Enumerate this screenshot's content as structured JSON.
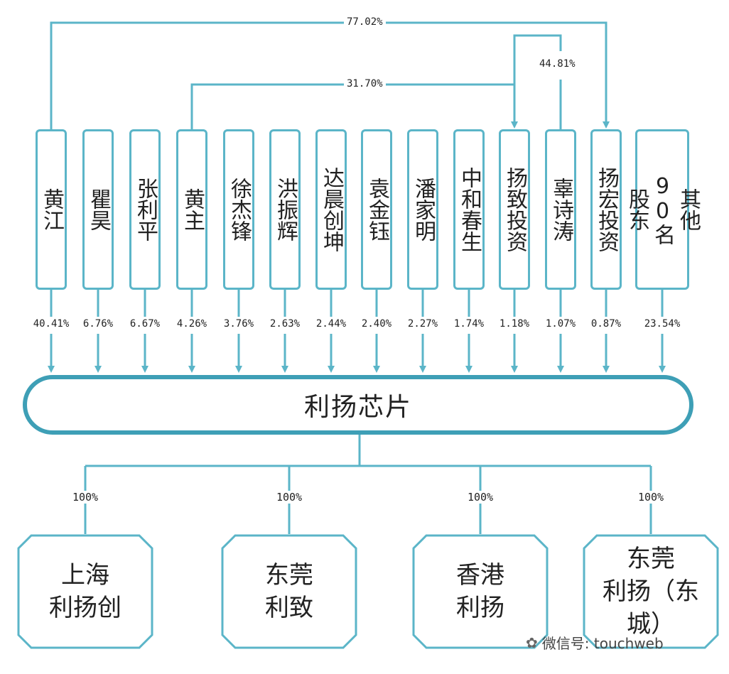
{
  "colors": {
    "line": "#5bb5c8",
    "main_border": "#3e9fb6",
    "text": "#222222"
  },
  "shareholders": [
    {
      "name": "黄江",
      "pct": "40.41%"
    },
    {
      "name": "瞿昊",
      "pct": "6.76%"
    },
    {
      "name": "张利平",
      "pct": "6.67%"
    },
    {
      "name": "黄主",
      "pct": "4.26%"
    },
    {
      "name": "徐杰锋",
      "pct": "3.76%"
    },
    {
      "name": "洪振辉",
      "pct": "2.63%"
    },
    {
      "name": "达晨创坤",
      "pct": "2.44%"
    },
    {
      "name": "袁金钰",
      "pct": "2.40%"
    },
    {
      "name": "潘家明",
      "pct": "2.27%"
    },
    {
      "name": "中和春生",
      "pct": "1.74%"
    },
    {
      "name": "扬致投资",
      "pct": "1.18%"
    },
    {
      "name": "辜诗涛",
      "pct": "1.07%"
    },
    {
      "name": "扬宏投资",
      "pct": "0.87%"
    },
    {
      "name": "其他90名股东",
      "pct": "23.54%"
    }
  ],
  "cross_holdings": [
    {
      "pct": "77.02%",
      "from": "黄江",
      "to": "扬宏投资"
    },
    {
      "pct": "31.70%",
      "from": "黄主",
      "to": "扬致投资"
    },
    {
      "pct": "44.81%",
      "from": "辜诗涛",
      "to": "扬致投资"
    }
  ],
  "company": {
    "name": "利扬芯片"
  },
  "subsidiaries": [
    {
      "name_line1": "上海",
      "name_line2": "利扬创",
      "pct": "100%"
    },
    {
      "name_line1": "东莞",
      "name_line2": "利致",
      "pct": "100%"
    },
    {
      "name_line1": "香港",
      "name_line2": "利扬",
      "pct": "100%"
    },
    {
      "name_line1": "东莞",
      "name_line2": "利扬（东",
      "name_line3": "城）",
      "pct": "100%"
    }
  ],
  "watermark": {
    "text": "微信号: touchweb",
    "icon": "wechat-icon"
  }
}
